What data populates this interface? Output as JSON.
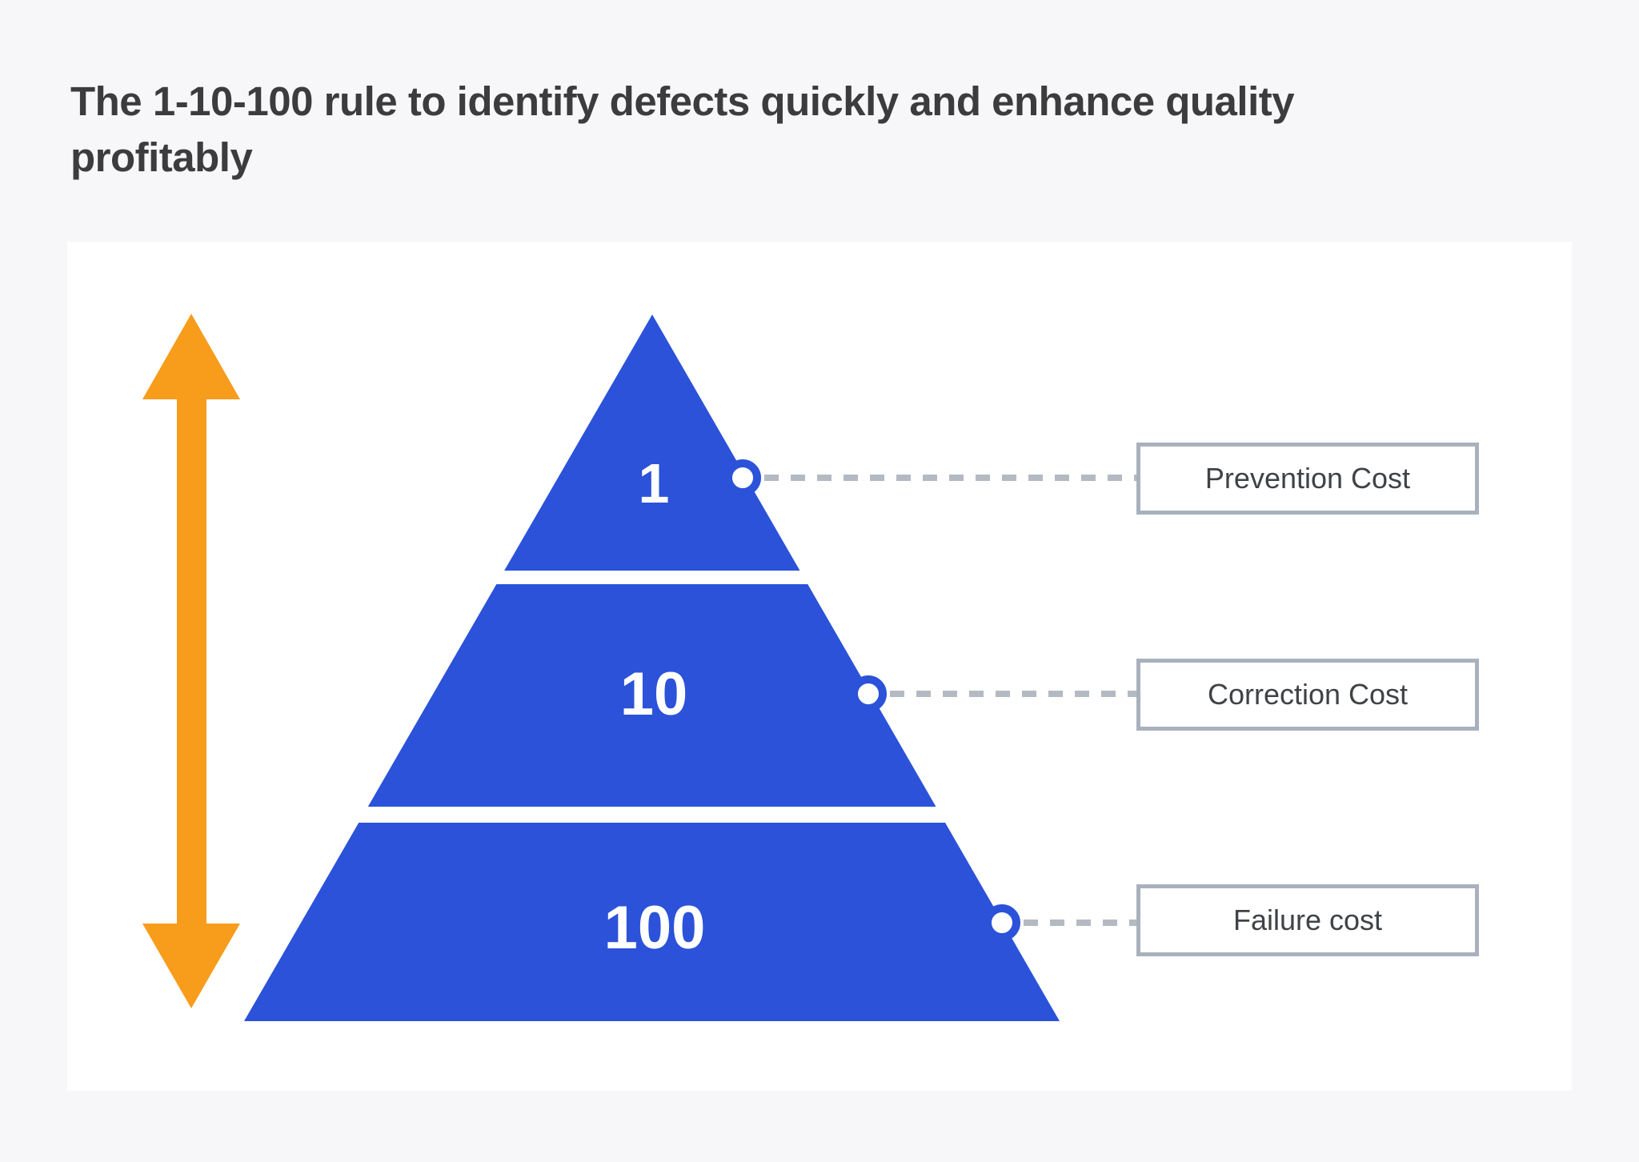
{
  "title": "The 1-10-100 rule to identify defects quickly and enhance quality profitably",
  "chart_data": {
    "type": "pyramid",
    "title": "The 1-10-100 rule to identify defects quickly and enhance quality profitably",
    "levels": [
      {
        "value": "1",
        "label": "Prevention Cost"
      },
      {
        "value": "10",
        "label": "Correction Cost"
      },
      {
        "value": "100",
        "label": "Failure cost"
      }
    ],
    "annotations": {
      "left_arrow": "double-headed vertical arrow indicating increasing cost scale"
    }
  },
  "colors": {
    "page_bg": "#f7f7f9",
    "panel_bg": "#ffffff",
    "pyramid_fill": "#2b52d9",
    "arrow_fill": "#f89c1b",
    "connector_gray": "#b3bac2",
    "box_border_gray": "#a9b1bd",
    "title_text": "#3c3c3f",
    "label_text": "#3f4246",
    "level_value_text": "#ffffff"
  },
  "icons": {
    "scale_arrow": "up-down-arrow-icon",
    "connector_dot": "circle marker on pyramid edge"
  }
}
